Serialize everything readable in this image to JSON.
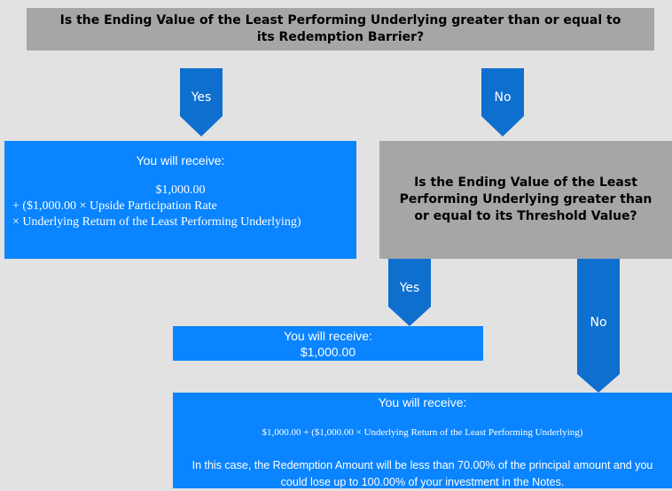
{
  "colors": {
    "background": "#e2e2e2",
    "gray_box": "#a6a6a6",
    "blue_box": "#0a84ff",
    "arrow": "#0f6fcf"
  },
  "question1": "Is the Ending Value of the Least Performing Underlying greater than or equal to its Redemption Barrier?",
  "arrows": {
    "yes1": "Yes",
    "no1": "No",
    "yes2": "Yes",
    "no2": "No"
  },
  "outcome_yes1": {
    "heading": "You will receive:",
    "amount": "$1,000.00",
    "formula_line1": "+ ($1,000.00 × Upside Participation Rate",
    "formula_line2": "× Underlying Return of the Least Performing Underlying)"
  },
  "question2": "Is the Ending Value of the Least Performing Underlying greater than or equal to its Threshold Value?",
  "outcome_yes2": {
    "heading": "You will receive:",
    "amount": "$1,000.00"
  },
  "outcome_no2": {
    "heading": "You will receive:",
    "formula": "$1,000.00 + ($1,000.00 × Underlying Return of the Least Performing Underlying)",
    "note": "In this case, the Redemption Amount will be less than 70.00% of the principal amount and you could lose up to 100.00% of your investment in the Notes."
  }
}
